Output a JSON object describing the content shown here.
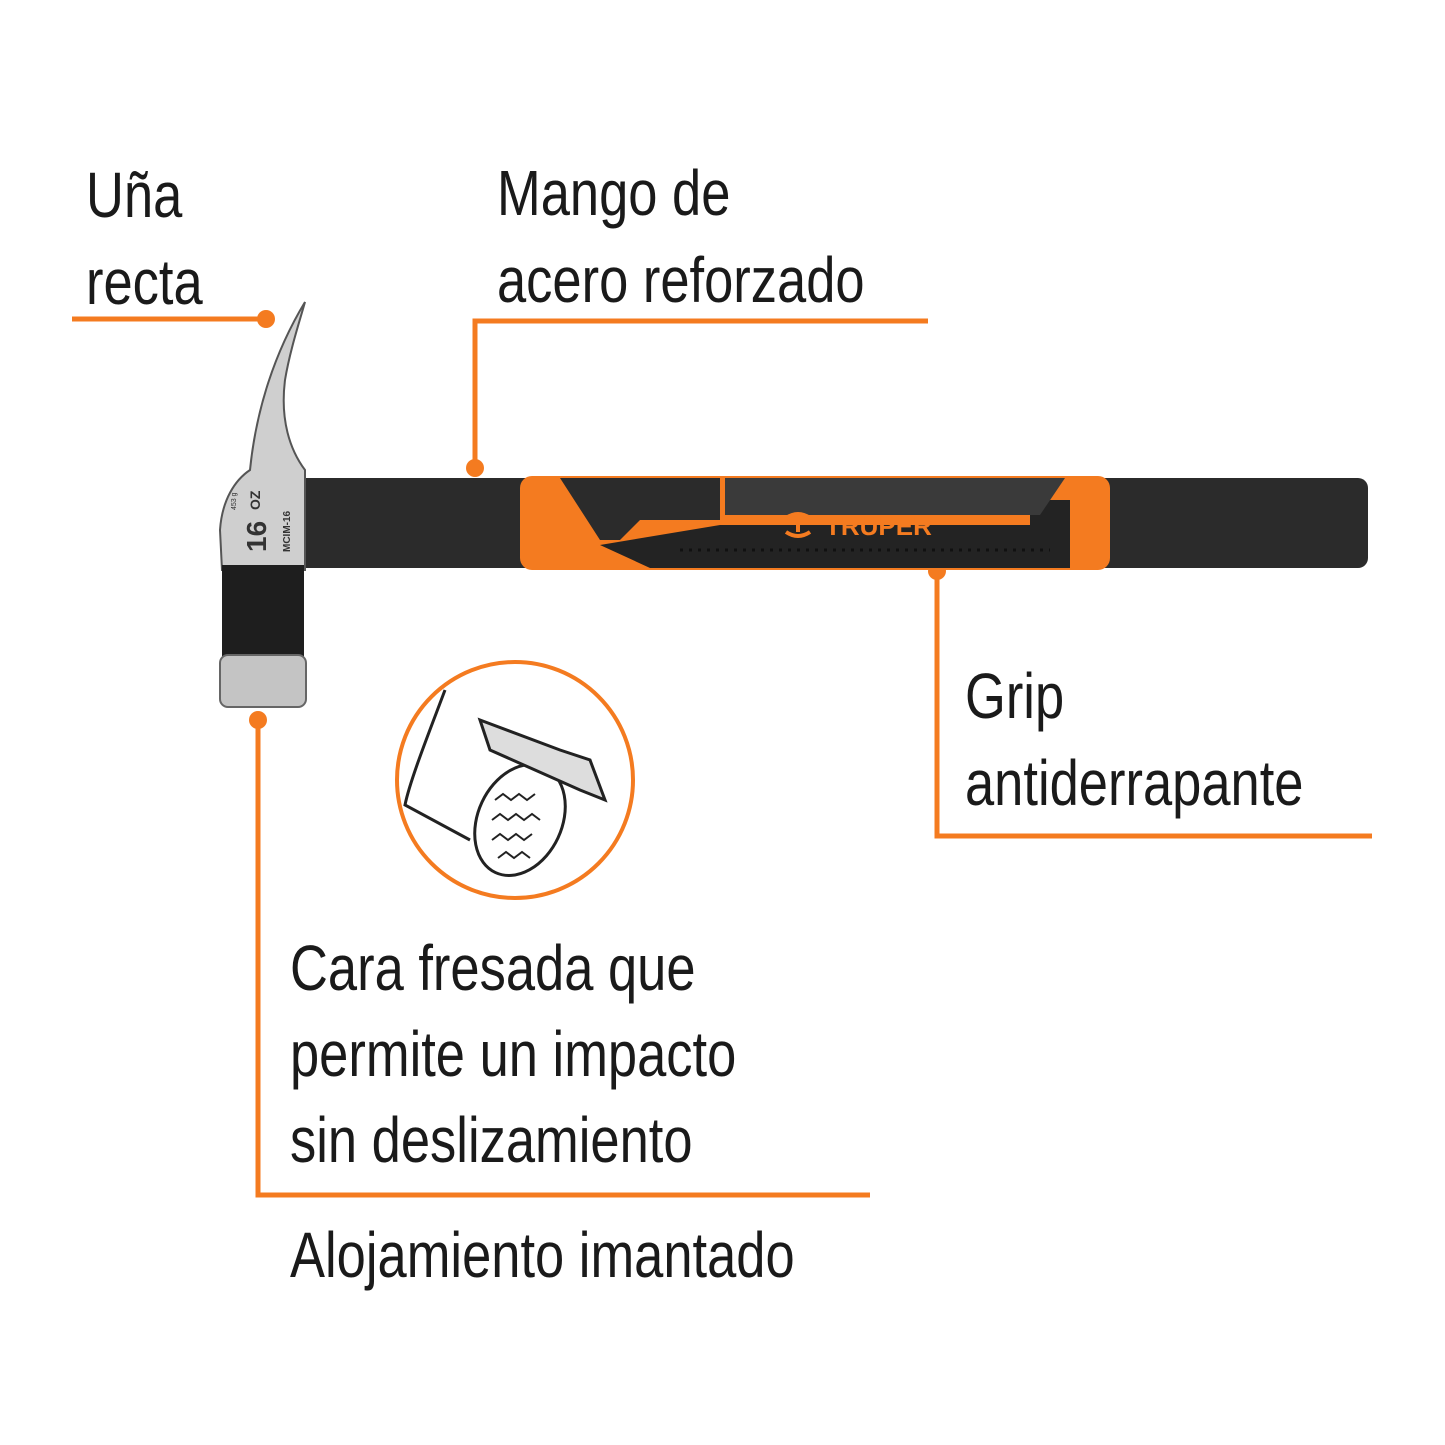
{
  "colors": {
    "accent": "#f47b20",
    "text": "#1a1a1a",
    "handle": "#2b2b2b",
    "steel": "#c9c9c9"
  },
  "labels": {
    "claw": [
      "Uña",
      "recta"
    ],
    "handle": [
      "Mango de",
      "acero reforzado"
    ],
    "grip": [
      "Grip",
      "antiderrapante"
    ],
    "face": [
      "Cara fresada que",
      "permite un impacto",
      "sin deslizamiento"
    ],
    "magnet": "Alojamiento imantado"
  },
  "product": {
    "brand": "TRUPER",
    "weight_oz": "16",
    "weight_unit": "OZ",
    "weight_g": "453 g",
    "model": "MCIM-16"
  }
}
